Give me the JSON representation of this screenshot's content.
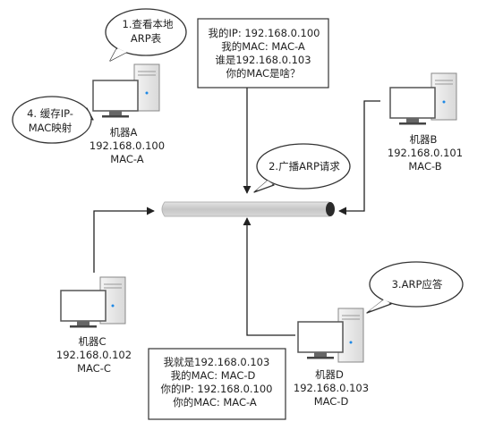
{
  "machines": {
    "a": {
      "name": "机器A",
      "ip": "192.168.0.100",
      "mac": "MAC-A"
    },
    "b": {
      "name": "机器B",
      "ip": "192.168.0.101",
      "mac": "MAC-B"
    },
    "c": {
      "name": "机器C",
      "ip": "192.168.0.102",
      "mac": "MAC-C"
    },
    "d": {
      "name": "机器D",
      "ip": "192.168.0.103",
      "mac": "MAC-D"
    }
  },
  "bubbles": {
    "step1": [
      "1.查看本地",
      "ARP表"
    ],
    "step2": "2.广播ARP请求",
    "step3": "3.ARP应答",
    "step4": [
      "4. 缓存IP-",
      "MAC映射"
    ]
  },
  "request_box": [
    "我的IP: 192.168.0.100",
    "我的MAC: MAC-A",
    "谁是192.168.0.103",
    "你的MAC是啥？"
  ],
  "reply_box": [
    "我就是192.168.0.103",
    "我的MAC: MAC-D",
    "你的IP: 192.168.0.100",
    "你的MAC: MAC-A"
  ]
}
